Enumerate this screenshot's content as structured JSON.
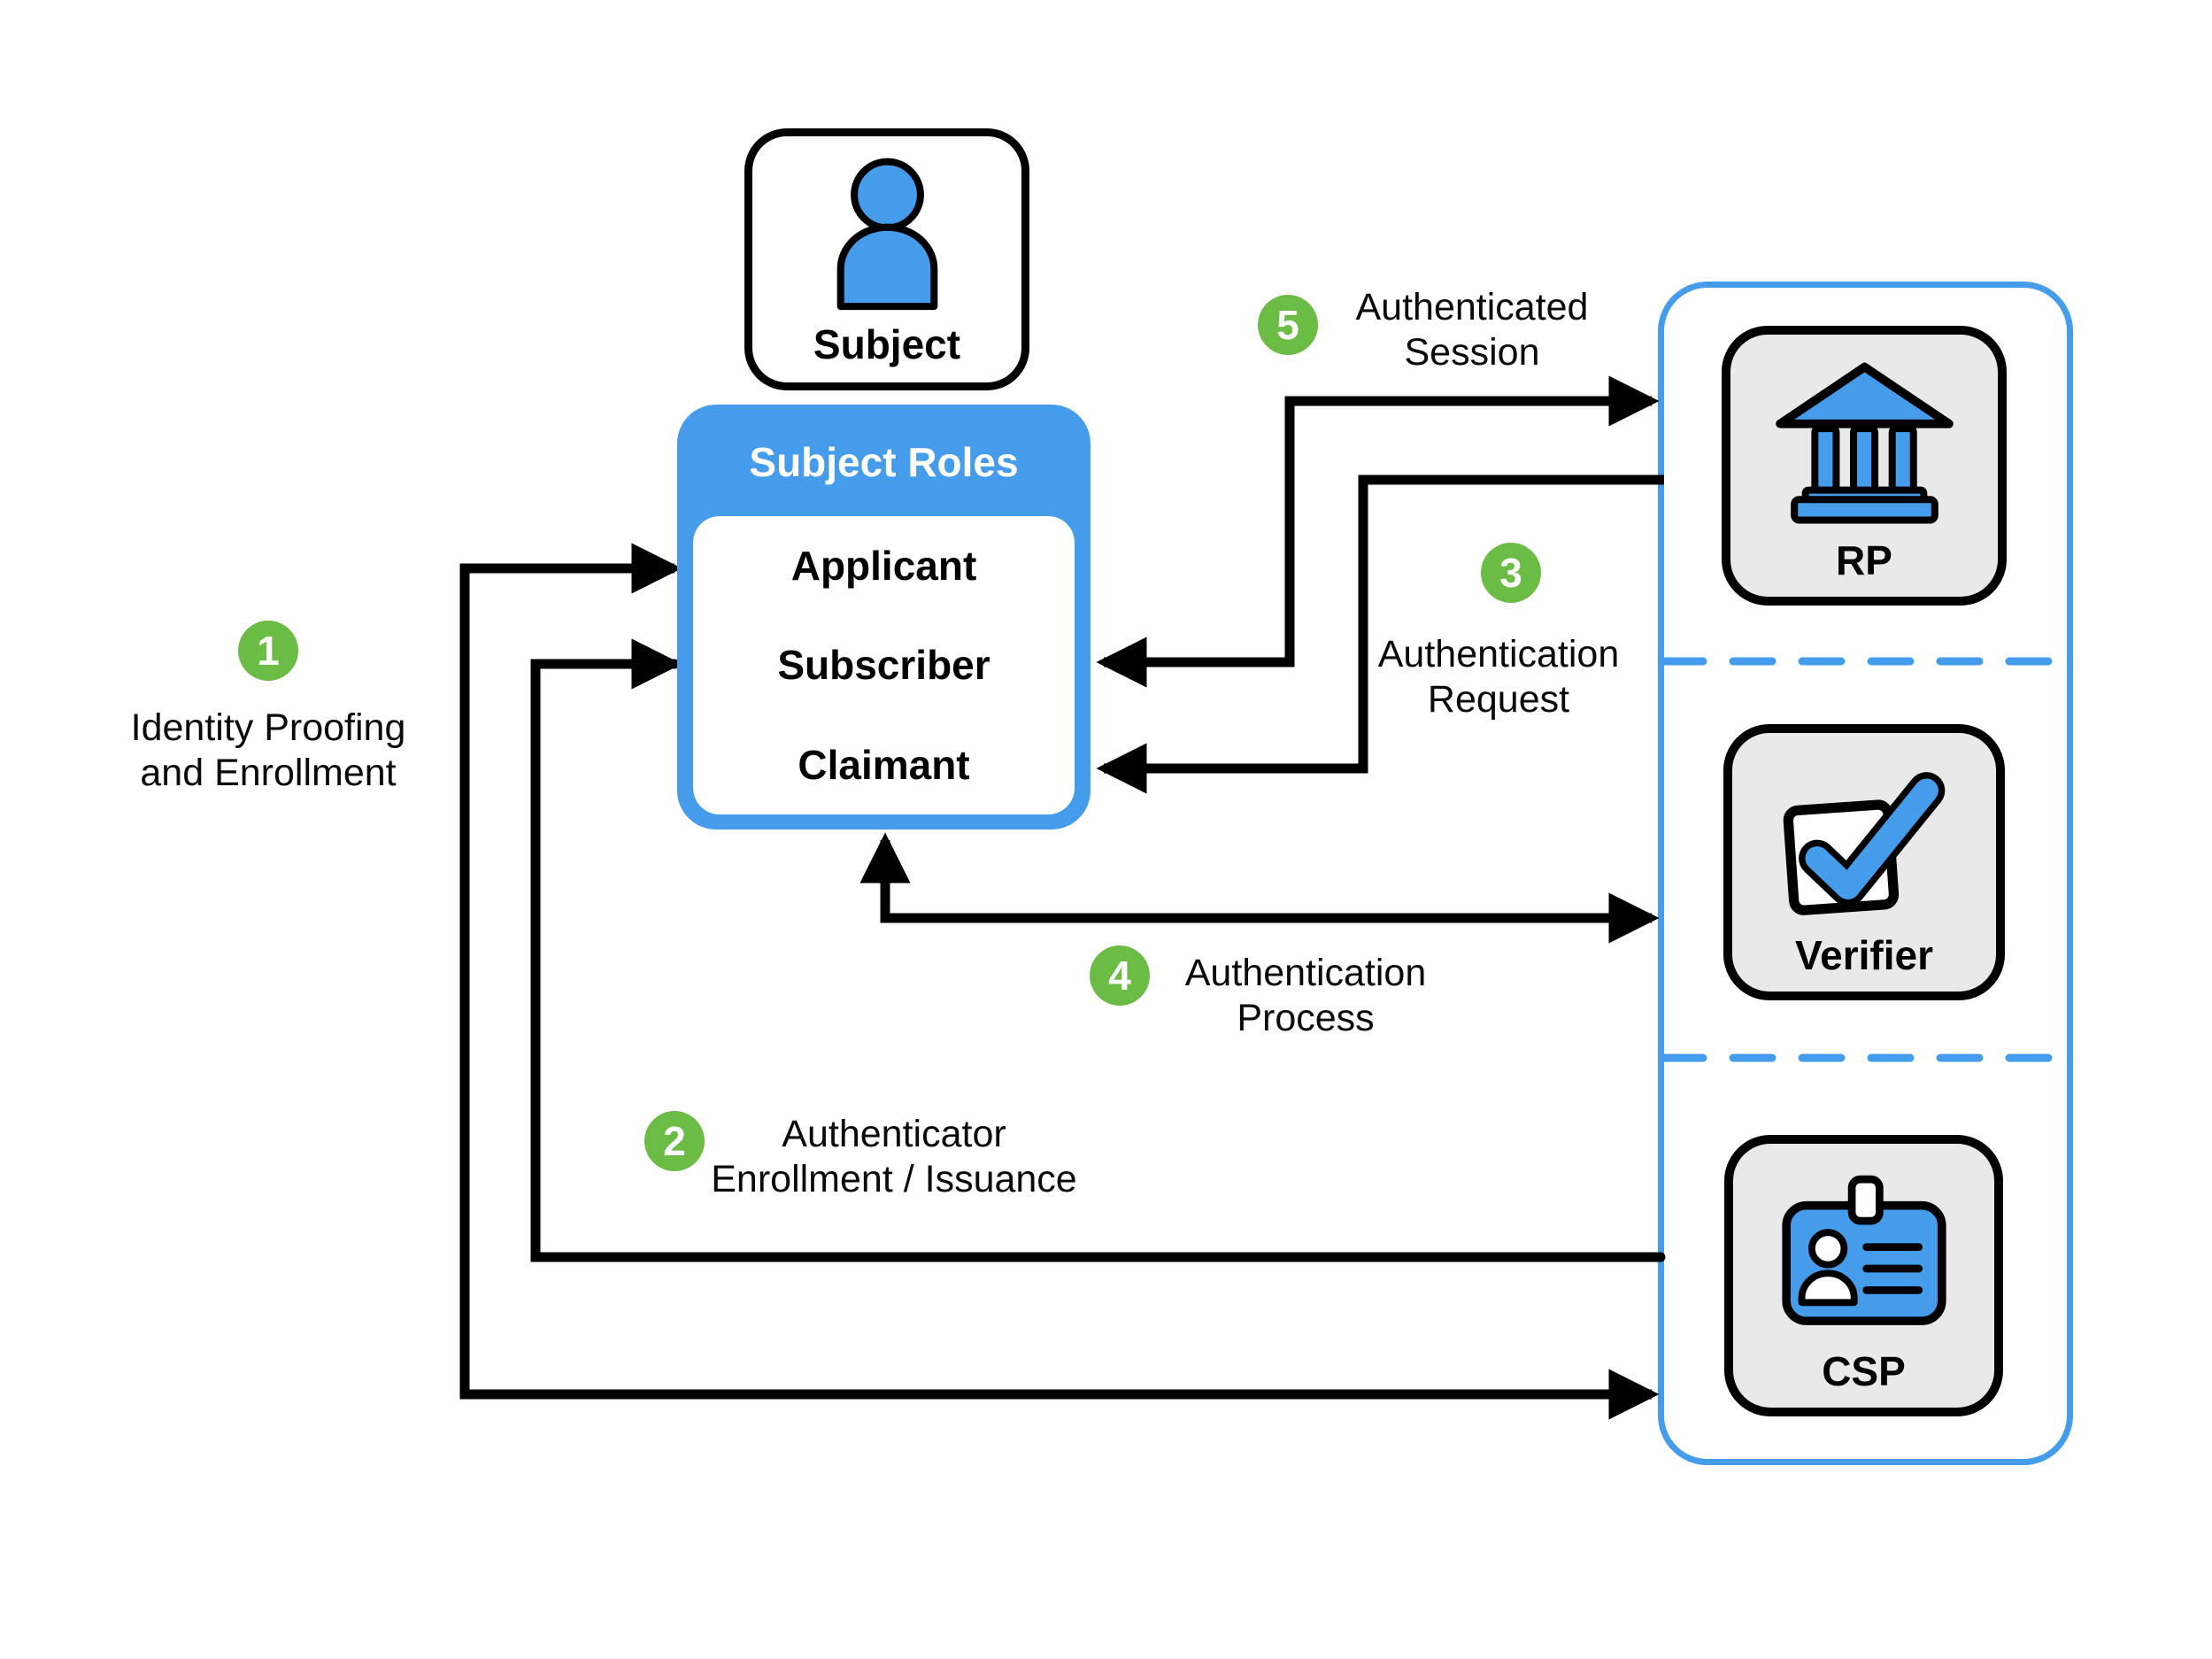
{
  "palette": {
    "blue": "#459ceb",
    "green": "#6abc45",
    "card_grey": "#e9e9e9",
    "line_black": "#000000",
    "white": "#ffffff"
  },
  "subject": {
    "label": "Subject",
    "icon": "person-icon"
  },
  "subject_roles": {
    "title": "Subject Roles",
    "roles": [
      {
        "label": "Applicant"
      },
      {
        "label": "Subscriber"
      },
      {
        "label": "Claimant"
      }
    ]
  },
  "providers": {
    "rp": {
      "label": "RP",
      "icon": "bank-icon"
    },
    "verifier": {
      "label": "Verifier",
      "icon": "checkmark-icon"
    },
    "csp": {
      "label": "CSP",
      "icon": "id-card-icon"
    }
  },
  "flows": [
    {
      "number": "1",
      "lines": [
        "Identity Proofing",
        "and Enrollment"
      ]
    },
    {
      "number": "2",
      "lines": [
        "Authenticator",
        "Enrollment / Issuance"
      ]
    },
    {
      "number": "3",
      "lines": [
        "Authentication",
        "Request"
      ]
    },
    {
      "number": "4",
      "lines": [
        "Authentication",
        "Process"
      ]
    },
    {
      "number": "5",
      "lines": [
        "Authenticated",
        "Session"
      ]
    }
  ]
}
